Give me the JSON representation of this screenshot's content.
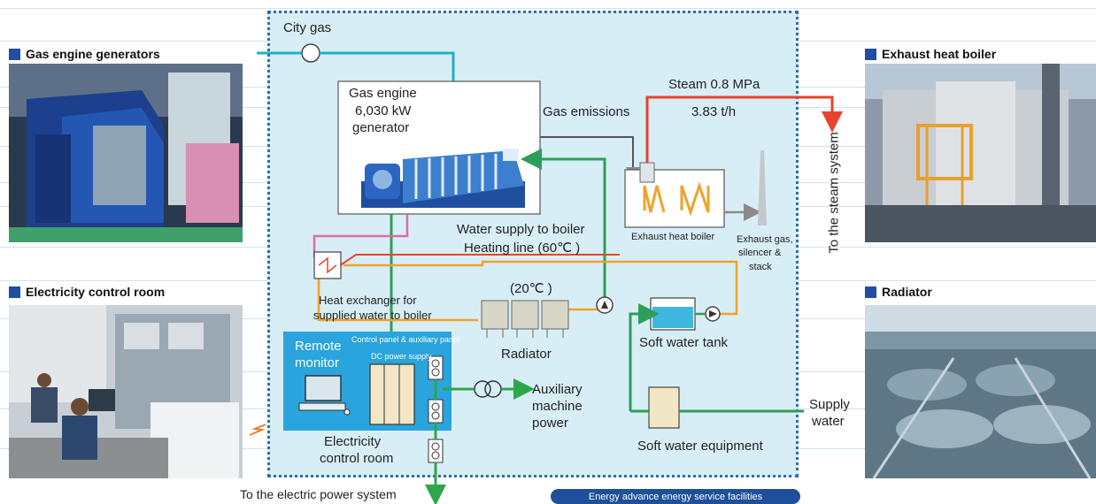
{
  "panels": {
    "gas_engine_generators": "Gas engine generators",
    "exhaust_heat_boiler": "Exhaust heat boiler",
    "electricity_control_room": "Electricity control room",
    "radiator": "Radiator"
  },
  "diagram": {
    "city_gas": "City gas",
    "gas_engine_line1": "Gas engine",
    "gas_engine_line2": "6,030 kW",
    "gas_engine_line3": "generator",
    "gas_emissions": "Gas emissions",
    "steam_pressure": "Steam 0.8 MPa",
    "steam_flow": "3.83 t/h",
    "to_steam_system": "To the steam system",
    "water_supply_line1": "Water supply to boiler",
    "water_supply_line2": "Heating line (60℃ )",
    "exhaust_heat_boiler_label": "Exhaust heat boiler",
    "exhaust_gas_line1": "Exhaust gas,",
    "exhaust_gas_line2": "silencer &",
    "exhaust_gas_line3": "stack",
    "temp_20": "(20℃ )",
    "heat_exchanger_line1": "Heat exchanger for",
    "heat_exchanger_line2": "supplied water to boiler",
    "radiator_label": "Radiator",
    "soft_water_tank": "Soft water tank",
    "remote_line1": "Remote",
    "remote_line2": "monitor",
    "control_panel": "Control panel & auxiliary panel",
    "dc_power_supply": "DC power supply",
    "aux_line1": "Auxiliary",
    "aux_line2": "machine",
    "aux_line3": "power",
    "elec_room_line1": "Electricity",
    "elec_room_line2": "control room",
    "soft_water_equipment": "Soft water equipment",
    "supply_line1": "Supply",
    "supply_line2": "water",
    "to_electric_power": "To the electric power system",
    "facility_caption": "Energy advance energy service facilities"
  },
  "colors": {
    "gas_line": "#1fb2c2",
    "water_line": "#2e9d5a",
    "steam_line": "#e8432b",
    "heating_line": "#f0a22a",
    "pink_line": "#e26aa5",
    "accent_blue": "#1f4ea3",
    "box_fill": "#d8eef6",
    "power_arrow": "#2fa64a"
  }
}
